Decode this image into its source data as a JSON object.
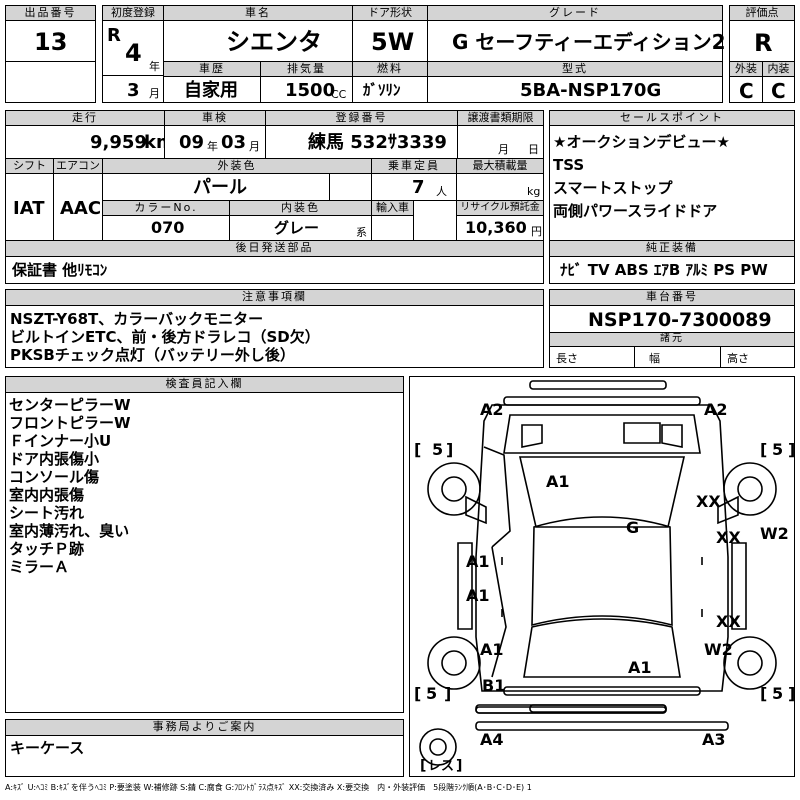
{
  "header": {
    "lot_label": "出品番号",
    "lot_no": "13",
    "first_reg_label": "初度登録",
    "era": "R",
    "year": "4",
    "year_unit": "年",
    "month": "3",
    "month_unit": "月",
    "name_label": "車名",
    "car_name": "シエンタ",
    "door_label": "ドア形状",
    "doors": "5W",
    "grade_label": "グレード",
    "grade": "G セーフティーエディション2",
    "score_label": "評価点",
    "score": "R",
    "history_label": "車歴",
    "history": "自家用",
    "displacement_label": "排気量",
    "displacement": "1500",
    "cc_unit": "CC",
    "fuel_label": "燃料",
    "fuel": "ｶﾞｿﾘﾝ",
    "model_label": "型式",
    "model_code": "5BA-NSP170G",
    "exterior_label": "外装",
    "exterior": "C",
    "interior_label": "内装",
    "interior": "C"
  },
  "row2": {
    "mileage_label": "走行",
    "mileage": "9,959",
    "km_unit": "km",
    "inspection_label": "車検",
    "insp_year": "09",
    "insp_year_unit": "年",
    "insp_month": "03",
    "insp_month_unit": "月",
    "plate_label": "登録番号",
    "plate": "練馬 532ｻ3339",
    "transfer_label": "譲渡書類期限",
    "transfer_month_unit": "月",
    "transfer_day_unit": "日",
    "shift_label": "シフト",
    "shift": "IAT",
    "ac_label": "エアコン",
    "ac": "AAC",
    "color_label": "外装色",
    "color": "パール",
    "capacity_label": "乗車定員",
    "capacity": "7",
    "capacity_unit": "人",
    "load_label": "最大積載量",
    "load_unit": "kg",
    "colorno_label": "カラーNo.",
    "colorno": "070",
    "intcolor_label": "内装色",
    "intcolor": "グレー",
    "intcolor_unit": "系",
    "import_label": "輸入車",
    "recycle_label": "リサイクル預託金",
    "recycle": "10,360",
    "recycle_unit": "円"
  },
  "sales_points": {
    "label": "セールスポイント",
    "items": [
      "★オークションデビュー★",
      "TSS",
      "スマートストップ",
      "両側パワースライドドア"
    ]
  },
  "later_parts": {
    "label": "後日発送部品",
    "text": "保証書 他ﾘﾓｺﾝ"
  },
  "equipment": {
    "label": "純正装備",
    "text": "ﾅﾋﾞ TV ABS ｴｱB ｱﾙﾐ PS PW"
  },
  "notes": {
    "label": "注意事項欄",
    "lines": [
      "NSZT-Y68T、カラーバックモニター",
      "ビルトインETC、前・後方ドラレコ（SD欠）",
      "PKSBチェック点灯（バッテリー外し後）"
    ]
  },
  "chassis": {
    "label": "車台番号",
    "value": "NSP170-7300089",
    "dims_label": "諸元",
    "length": "長さ",
    "width": "幅",
    "height": "高さ"
  },
  "inspector": {
    "label": "検査員記入欄",
    "lines": [
      "センターピラーW",
      "フロントピラーW",
      "Ｆインナー小U",
      "ドア内張傷小",
      "コンソール傷",
      "室内内張傷",
      "シート汚れ",
      "室内薄汚れ、臭い",
      "タッチＰ跡",
      "ミラーＡ"
    ]
  },
  "office": {
    "label": "事務局よりご案内",
    "text": "キーケース"
  },
  "diagram": {
    "tire_label": "5",
    "no_tire_label": "レス",
    "marks": [
      "A2",
      "A2",
      "A1",
      "XX",
      "G",
      "XX",
      "W2",
      "A1",
      "A1",
      "XX",
      "A1",
      "W2",
      "A1",
      "B1",
      "A4",
      "A3"
    ]
  },
  "legend": "A:ｷｽﾞ U:ﾍｺﾐ B:ｷｽﾞを伴うﾍｺﾐ P:要塗装 W:補修跡 S:錆 C:腐食 G:ﾌﾛﾝﾄｶﾞﾗｽ点ｷｽﾞ XX:交換済み X:要交換　内・外装評価　5段階ﾗﾝｸ順(A･B･C･D･E) 1"
}
